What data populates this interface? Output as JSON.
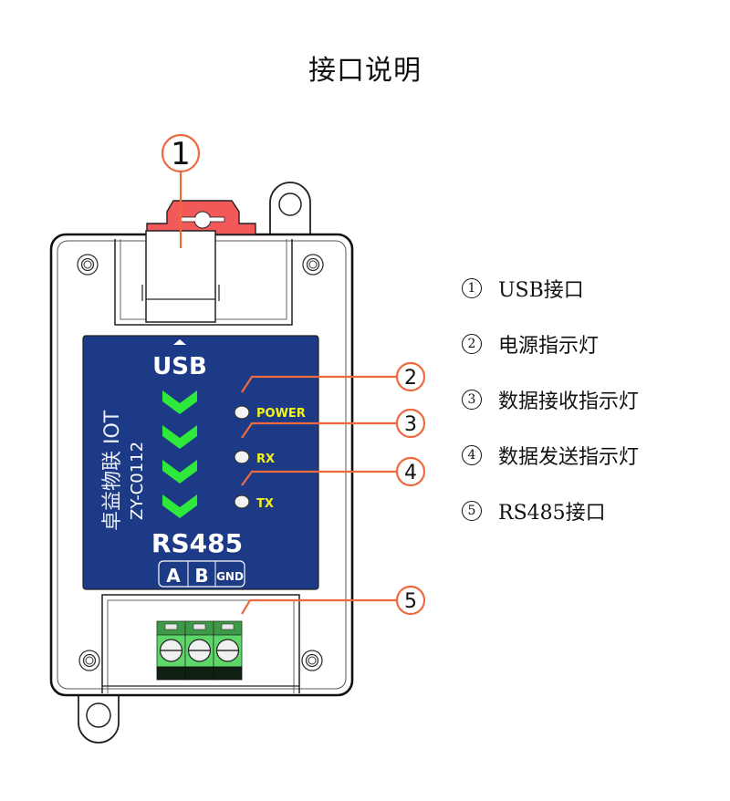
{
  "title": "接口说明",
  "colors": {
    "callout": "#EE6A3E",
    "panel_blue": "#1D3A86",
    "arrow_green": "#2EE83A",
    "led_label_yellow": "#F5F21B",
    "usb_cap_red": "#F25A5A",
    "terminal_green": "#5ED66A",
    "terminal_dark_green": "#3E9A48"
  },
  "device": {
    "brand": "卓益物联 IOT",
    "model": "ZY-C0112",
    "usb_label": "USB",
    "bus_label": "RS485",
    "terminal_labels": [
      "A",
      "B",
      "GND"
    ],
    "leds": [
      {
        "label": "POWER",
        "callout": "2"
      },
      {
        "label": "RX",
        "callout": "3"
      },
      {
        "label": "TX",
        "callout": "4"
      }
    ],
    "callouts": [
      "1",
      "2",
      "3",
      "4",
      "5"
    ]
  },
  "legend": [
    {
      "num": "1",
      "text": "USB接口"
    },
    {
      "num": "2",
      "text": "电源指示灯"
    },
    {
      "num": "3",
      "text": "数据接收指示灯"
    },
    {
      "num": "4",
      "text": "数据发送指示灯"
    },
    {
      "num": "5",
      "text": "RS485接口"
    }
  ]
}
